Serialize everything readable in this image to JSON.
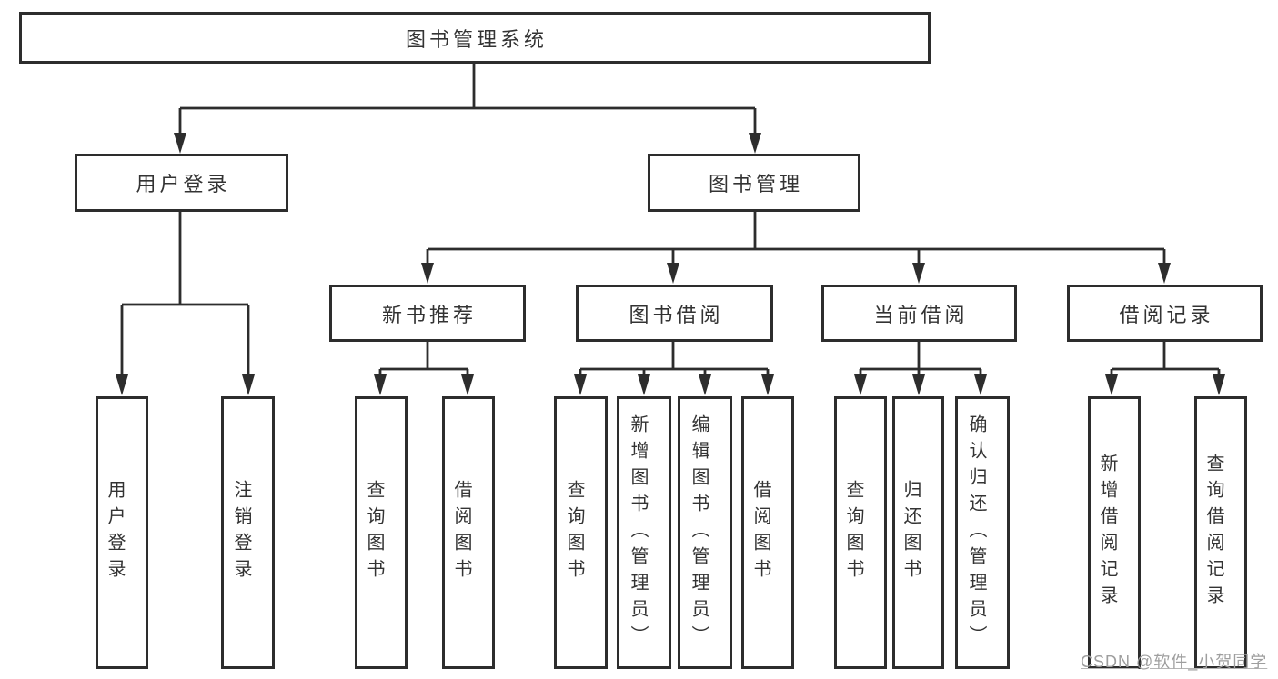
{
  "diagram_title": "图书管理系统",
  "colors": {
    "line": "#2d2d2d",
    "box_border": "#2d2d2d",
    "box_fill": "#ffffff",
    "text": "#333333",
    "watermark": "#9e9e9e",
    "background": "#ffffff"
  },
  "tree": {
    "root": {
      "label": "图书管理系统"
    },
    "branches": [
      {
        "label": "用户登录",
        "children": [
          {
            "label": "用户登录"
          },
          {
            "label": "注销登录"
          }
        ]
      },
      {
        "label": "图书管理",
        "children": [
          {
            "label": "新书推荐",
            "children": [
              {
                "label": "查询图书"
              },
              {
                "label": "借阅图书"
              }
            ]
          },
          {
            "label": "图书借阅",
            "children": [
              {
                "label": "查询图书"
              },
              {
                "label": "新增图书（管理员）"
              },
              {
                "label": "编辑图书（管理员）"
              },
              {
                "label": "借阅图书"
              }
            ]
          },
          {
            "label": "当前借阅",
            "children": [
              {
                "label": "查询图书"
              },
              {
                "label": "归还图书"
              },
              {
                "label": "确认归还（管理员）"
              }
            ]
          },
          {
            "label": "借阅记录",
            "children": [
              {
                "label": "新增借阅记录"
              },
              {
                "label": "查询借阅记录"
              }
            ]
          }
        ]
      }
    ]
  },
  "watermark": {
    "text": "CSDN @软件_小贺同学"
  }
}
